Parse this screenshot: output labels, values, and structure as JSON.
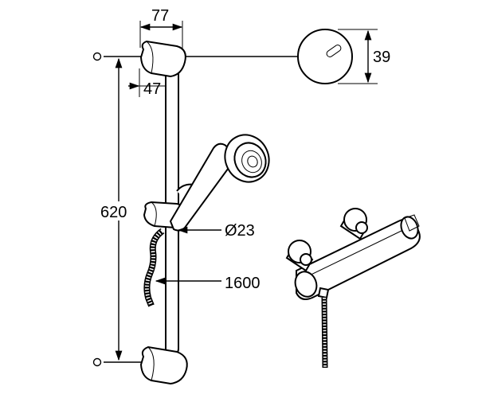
{
  "dimensions": {
    "bracket_width": "77",
    "bracket_offset": "47",
    "bracket_cap_height": "39",
    "rail_length": "620",
    "hand_shower_diameter": "Ø23",
    "hose_length": "1600"
  }
}
